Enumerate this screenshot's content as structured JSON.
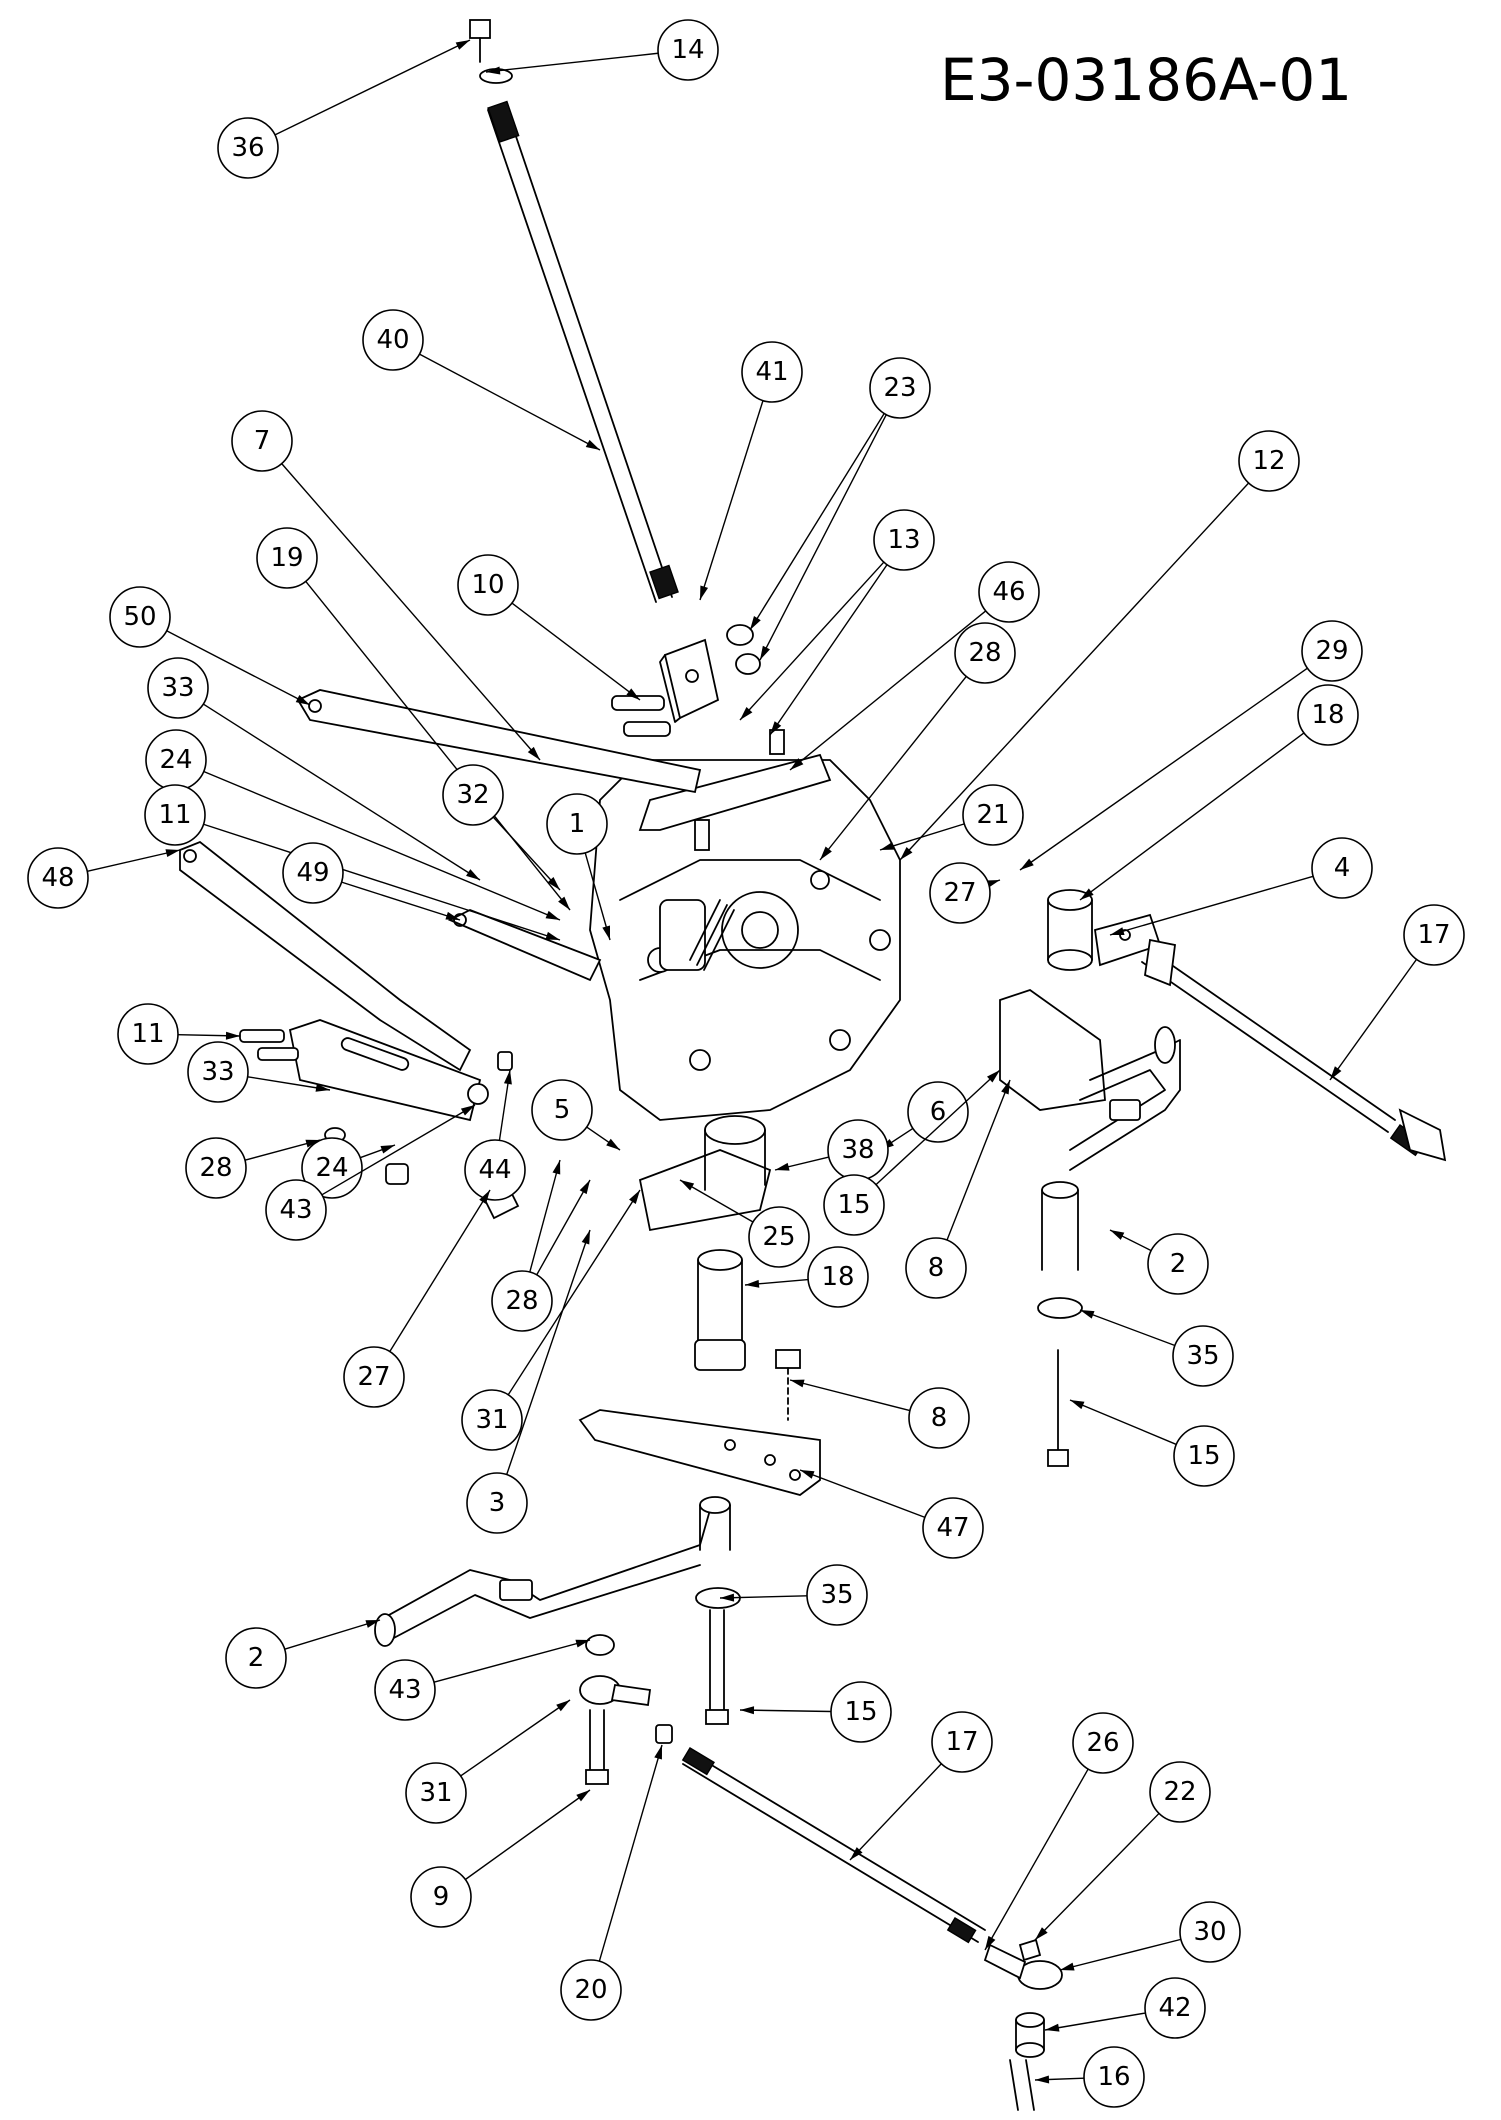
{
  "drawing_id": "E3-03186A-01",
  "callouts": [
    "14",
    "36",
    "40",
    "41",
    "23",
    "7",
    "12",
    "19",
    "10",
    "13",
    "46",
    "28",
    "50",
    "29",
    "18",
    "33",
    "21",
    "24",
    "32",
    "1",
    "11",
    "49",
    "48",
    "27",
    "4",
    "17",
    "11",
    "33",
    "28",
    "24",
    "5",
    "6",
    "38",
    "43",
    "44",
    "15",
    "25",
    "27",
    "28",
    "18",
    "2",
    "8",
    "31",
    "8",
    "35",
    "15",
    "3",
    "47",
    "2",
    "35",
    "43",
    "15",
    "17",
    "26",
    "22",
    "31",
    "9",
    "30",
    "20",
    "42",
    "16"
  ]
}
